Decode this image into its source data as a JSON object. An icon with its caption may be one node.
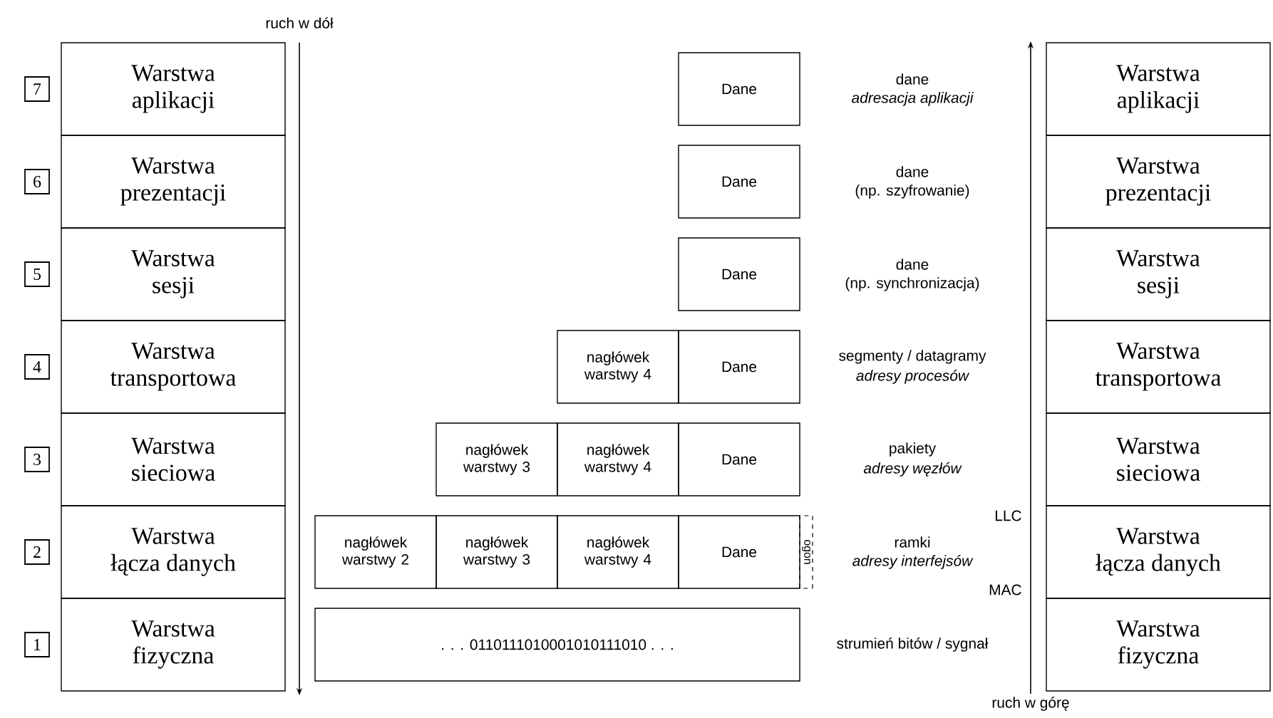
{
  "diagram": {
    "nodes": [
      {
        "text": [
          "Warstwa",
          "aplikacji"
        ]
      },
      {
        "text": [
          "Warstwa",
          "prezentacji"
        ]
      },
      {
        "text": [
          "Warstwa",
          "sesji"
        ]
      },
      {
        "text": [
          "Warstwa",
          "transportowa"
        ]
      },
      {
        "text": [
          "Warstwa",
          "sieciowa"
        ]
      },
      {
        "text": [
          "Warstwa",
          "łącza danych"
        ]
      },
      {
        "text": [
          "Warstwa",
          "fizyczna"
        ]
      },
      {
        "text": [
          "7"
        ]
      },
      {
        "text": [
          "6"
        ]
      },
      {
        "text": [
          "5"
        ]
      },
      {
        "text": [
          "4"
        ]
      },
      {
        "text": [
          "3"
        ]
      },
      {
        "text": [
          "2"
        ]
      },
      {
        "text": [
          "1"
        ]
      },
      {
        "text": [
          "Dane"
        ]
      },
      {
        "text": [
          "Dane"
        ]
      },
      {
        "text": [
          "Dane"
        ]
      },
      {
        "text": [
          "nagłówek warstwy 4"
        ]
      },
      {
        "text": [
          "Dane"
        ]
      },
      {
        "text": [
          "nagłówek warstwy 3"
        ]
      },
      {
        "text": [
          "nagłówek warstwy 4"
        ]
      },
      {
        "text": [
          "Dane"
        ]
      },
      {
        "text": [
          "nagłówek warstwy 2"
        ]
      },
      {
        "text": [
          "nagłówek warstwy 3"
        ]
      },
      {
        "text": [
          "nagłówek warstwy 4"
        ]
      },
      {
        "text": [
          "Dane"
        ]
      },
      {
        "text": [
          "ogon"
        ]
      },
      {
        "text": [
          ". . . 0110111010001010111010 . . ."
        ]
      },
      {
        "text": [
          "Warstwa",
          "aplikacji"
        ]
      },
      {
        "text": [
          "Warstwa",
          "prezentacji"
        ]
      },
      {
        "text": [
          "Warstwa",
          "sesji"
        ]
      },
      {
        "text": [
          "Warstwa",
          "transportowa"
        ]
      },
      {
        "text": [
          "Warstwa",
          "sieciowa"
        ]
      },
      {
        "text": [
          "Warstwa",
          "łącza danych"
        ]
      },
      {
        "text": [
          "Warstwa",
          "fizyczna"
        ]
      }
    ],
    "labels": [
      "ruch w dół",
      "dane",
      "adresacja aplikacji",
      "dane",
      "(np. szyfrowanie)",
      "dane",
      "(np. synchronizacja)",
      "segmenty / datagramy",
      "adresy procesów",
      "pakiety",
      "adresy węzłów",
      "LLC",
      "ramki",
      "adresy interfejsów",
      "MAC",
      "strumień bitów / sygnał",
      "ruch w górę"
    ]
  }
}
